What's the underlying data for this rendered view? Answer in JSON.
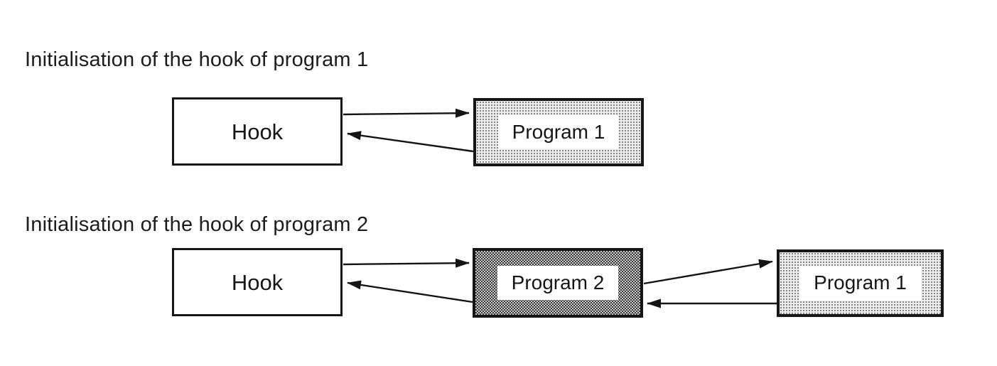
{
  "canvas": {
    "background": "#ffffff",
    "ink": "#141414",
    "light_pattern_color": "#ececec",
    "dark_pattern_color": "#6f6f6f"
  },
  "diagrams": [
    {
      "title": "Initialisation of the hook of program 1",
      "nodes": [
        {
          "id": "hook",
          "label": "Hook",
          "fill": "white"
        },
        {
          "id": "program1",
          "label": "Program 1",
          "fill": "light-halftone"
        }
      ],
      "edges": [
        {
          "from": "hook",
          "to": "program1"
        },
        {
          "from": "program1",
          "to": "hook"
        }
      ]
    },
    {
      "title": "Initialisation of the hook of program 2",
      "nodes": [
        {
          "id": "hook",
          "label": "Hook",
          "fill": "white"
        },
        {
          "id": "program2",
          "label": "Program 2",
          "fill": "dark-halftone"
        },
        {
          "id": "program1",
          "label": "Program 1",
          "fill": "light-halftone"
        }
      ],
      "edges": [
        {
          "from": "hook",
          "to": "program2"
        },
        {
          "from": "program2",
          "to": "hook"
        },
        {
          "from": "program2",
          "to": "program1"
        },
        {
          "from": "program1",
          "to": "program2"
        }
      ]
    }
  ]
}
